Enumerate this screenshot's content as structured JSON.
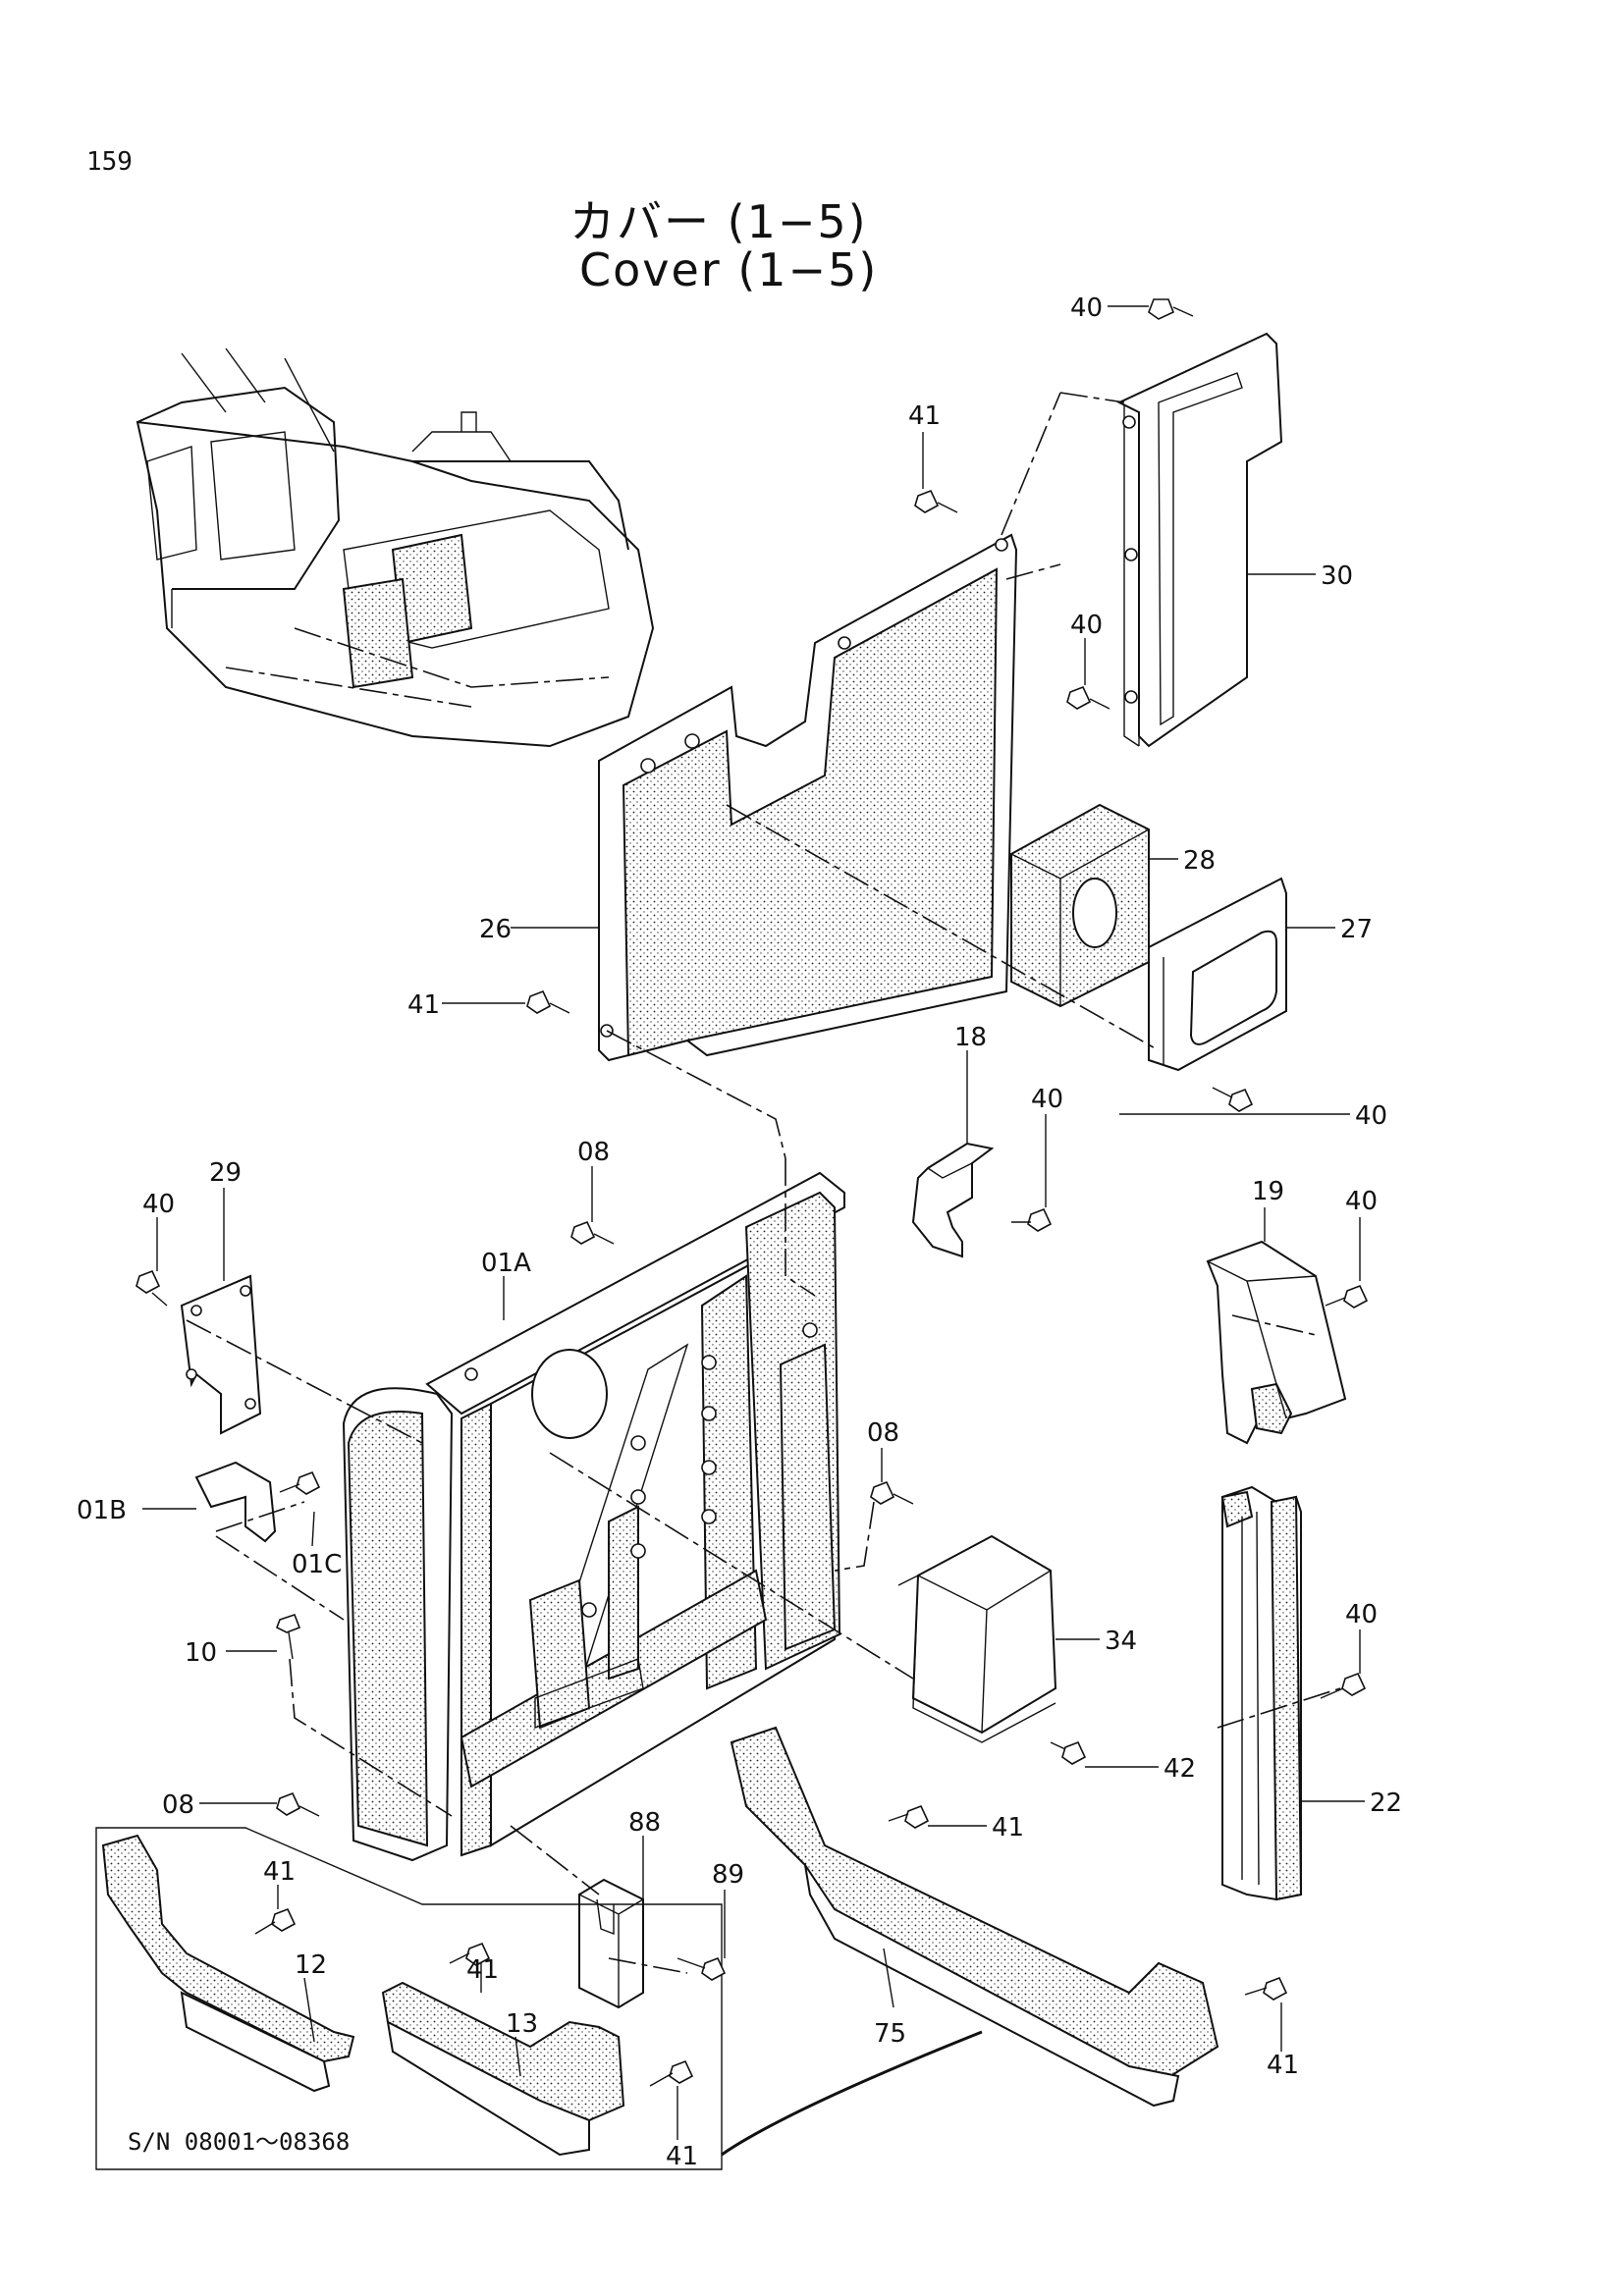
{
  "page": {
    "number": "159"
  },
  "title": {
    "jp": "カバー (1−5)",
    "en": "Cover (1−5)"
  },
  "serial_note": "S/N  08001～08368",
  "callouts": [
    {
      "id": "c-40a",
      "text": "40"
    },
    {
      "id": "c-41a",
      "text": "41"
    },
    {
      "id": "c-30",
      "text": "30"
    },
    {
      "id": "c-40b",
      "text": "40"
    },
    {
      "id": "c-28",
      "text": "28"
    },
    {
      "id": "c-26",
      "text": "26"
    },
    {
      "id": "c-27",
      "text": "27"
    },
    {
      "id": "c-41b",
      "text": "41"
    },
    {
      "id": "c-40c",
      "text": "40"
    },
    {
      "id": "c-18",
      "text": "18"
    },
    {
      "id": "c-40d",
      "text": "40"
    },
    {
      "id": "c-08a",
      "text": "08"
    },
    {
      "id": "c-29",
      "text": "29"
    },
    {
      "id": "c-40e",
      "text": "40"
    },
    {
      "id": "c-01A",
      "text": "01A"
    },
    {
      "id": "c-19",
      "text": "19"
    },
    {
      "id": "c-40f",
      "text": "40"
    },
    {
      "id": "c-08b",
      "text": "08"
    },
    {
      "id": "c-01B",
      "text": "01B"
    },
    {
      "id": "c-01C",
      "text": "01C"
    },
    {
      "id": "c-40g",
      "text": "40"
    },
    {
      "id": "c-34",
      "text": "34"
    },
    {
      "id": "c-10",
      "text": "10"
    },
    {
      "id": "c-42",
      "text": "42"
    },
    {
      "id": "c-22",
      "text": "22"
    },
    {
      "id": "c-08c",
      "text": "08"
    },
    {
      "id": "c-41c",
      "text": "41"
    },
    {
      "id": "c-88",
      "text": "88"
    },
    {
      "id": "c-89",
      "text": "89"
    },
    {
      "id": "c-41d",
      "text": "41"
    },
    {
      "id": "c-12",
      "text": "12"
    },
    {
      "id": "c-41e",
      "text": "41"
    },
    {
      "id": "c-13",
      "text": "13"
    },
    {
      "id": "c-75",
      "text": "75"
    },
    {
      "id": "c-41f",
      "text": "41"
    },
    {
      "id": "c-41g",
      "text": "41"
    }
  ]
}
